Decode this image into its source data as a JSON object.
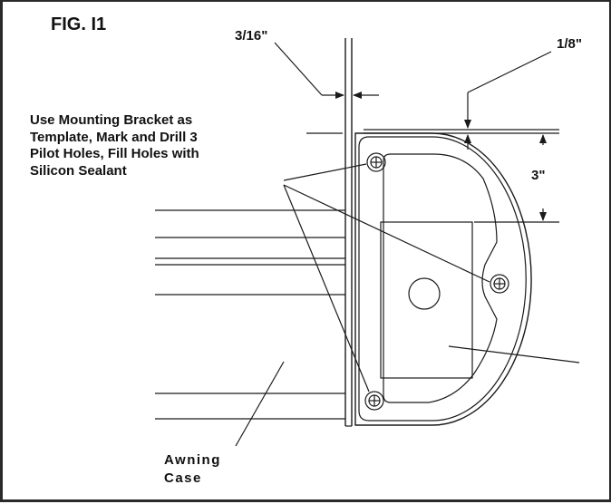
{
  "figure": {
    "label": "FIG. I1",
    "dimensions": {
      "wall_gap": "3/16\"",
      "top_offset": "1/8\"",
      "hole_spacing": "3\""
    },
    "instruction_lines": [
      "Use Mounting Bracket as",
      "Template, Mark and Drill 3",
      "Pilot Holes, Fill Holes with",
      "Silicon Sealant"
    ],
    "awning_case_lines": [
      "Awning",
      "Case"
    ]
  },
  "colors": {
    "line": "#1a1a1a",
    "background": "#ffffff"
  }
}
